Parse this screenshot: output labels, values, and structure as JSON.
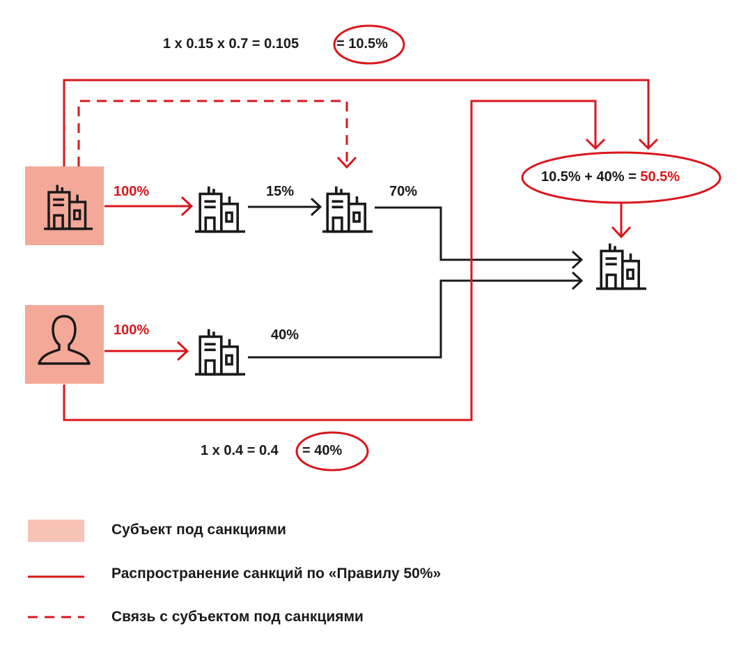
{
  "colors": {
    "accent": "#d9161c",
    "line": "#1a1a1a",
    "sanctioned_fill": "#f4a898",
    "legend_fill": "#f7c3b6"
  },
  "icons": {
    "company": "building-icon",
    "person": "person-icon"
  },
  "formulas": {
    "top_calc": "1 x 0.15 x 0.7   = 0.105",
    "top_result": "= 10.5%",
    "bottom_calc": "1 x 0.4  = 0.4",
    "bottom_result": "= 40%",
    "sum_part": "10.5% + 40% = ",
    "sum_result": "50.5%"
  },
  "edges": {
    "company_to_a": "100%",
    "a_to_b": "15%",
    "b_to_target": "70%",
    "person_to_c": "100%",
    "c_to_target": "40%"
  },
  "legend": {
    "sanctioned": "Субъект под санкциями",
    "rule50": "Распространение санкций по «Правилу 50%»",
    "link": "Связь с субъектом под санкциями"
  }
}
